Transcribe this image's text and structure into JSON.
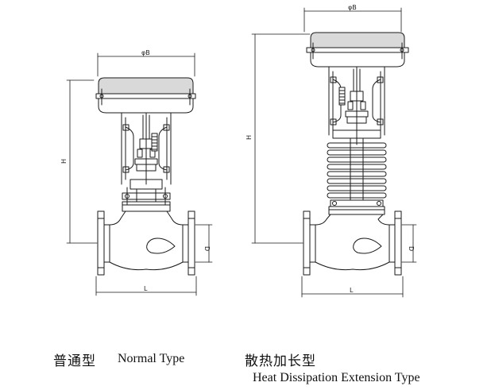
{
  "normal_type": {
    "dim_B": "φB",
    "dim_H": "H",
    "dim_L": "L",
    "dim_D": "D",
    "caption_cn": "普通型",
    "caption_en": "Normal Type"
  },
  "extension_type": {
    "dim_B": "φB",
    "dim_H": "H",
    "dim_L": "L",
    "dim_D": "D",
    "caption_cn": "散热加长型",
    "caption_en": "Heat Dissipation Extension Type"
  },
  "colors": {
    "line": "#1a1a1a",
    "actuator_fill": "#d9d9d9",
    "background": "#ffffff"
  }
}
